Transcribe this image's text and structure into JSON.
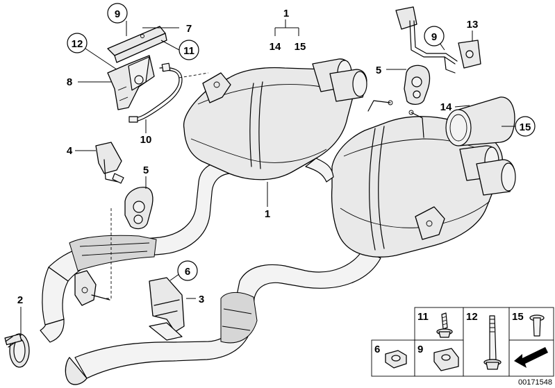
{
  "callouts": {
    "c1_top": "1",
    "c14_top": "14",
    "c15_top": "15",
    "c9_a": "9",
    "c7": "7",
    "c12_circ": "12",
    "c11_circ": "11",
    "c8": "8",
    "c10": "10",
    "c4": "4",
    "c5_left": "5",
    "c5_right": "5",
    "c9_b": "9",
    "c13": "13",
    "c14_right": "14",
    "c15_circ": "15",
    "c1_main": "1",
    "c2": "2",
    "c6_circ": "6",
    "c3": "3"
  },
  "legend": {
    "l11": "11",
    "l12": "12",
    "l15": "15",
    "l6": "6",
    "l9": "9"
  },
  "doc_number": "00171548"
}
